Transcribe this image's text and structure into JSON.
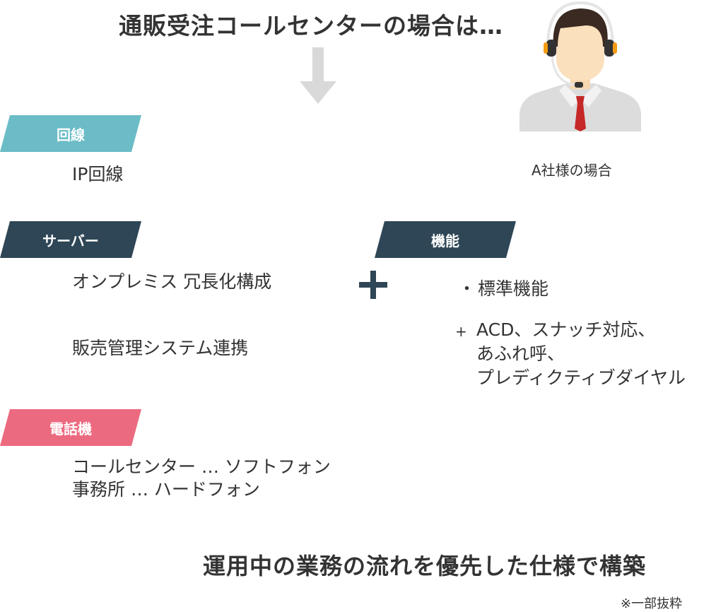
{
  "title": "通販受注コールセンターの場合は…",
  "operator_caption": "A社様の場合",
  "sections": {
    "line": {
      "label": "回線",
      "color": "#6bbcc6",
      "items": [
        "IP回線"
      ]
    },
    "server": {
      "label": "サーバー",
      "color": "#2e4656",
      "items": [
        "オンプレミス 冗長化構成",
        "販売管理システム連携"
      ]
    },
    "function": {
      "label": "機能",
      "color": "#2e4656",
      "bullet": "・",
      "item": "標準機能",
      "plus_mark": "+",
      "plus_lines": [
        "ACD、スナッチ対応、",
        "あふれ呼、",
        "プレディクティブダイヤル"
      ]
    },
    "phone": {
      "label": "電話機",
      "color": "#ec6a80",
      "items": [
        "コールセンター … ソフトフォン",
        "事務所 … ハードフォン"
      ]
    }
  },
  "footer": "運用中の業務の流れを優先した仕様で構築",
  "note": "※一部抜粋",
  "icons": {
    "arrow": "down-arrow-icon",
    "operator": "operator-headset-icon",
    "plus": "plus-icon"
  }
}
